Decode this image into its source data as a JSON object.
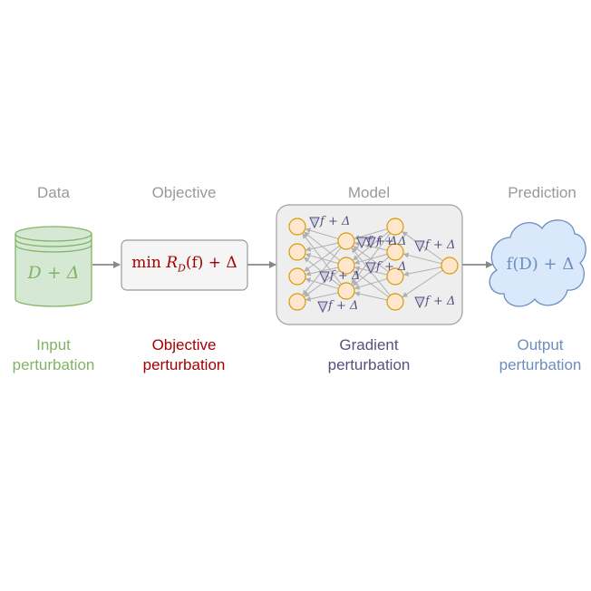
{
  "stages": {
    "data": {
      "title": "Data",
      "formula": "D + Δ",
      "caption_line1": "Input",
      "caption_line2": "perturbation"
    },
    "objective": {
      "title": "Objective",
      "formula": "min R_D(f) + Δ",
      "formula_prefix": "min ",
      "formula_R": "R",
      "formula_sub": "D",
      "formula_rest": "(f) + Δ",
      "caption_line1": "Objective",
      "caption_line2": "perturbation"
    },
    "model": {
      "title": "Model",
      "gradient_label": "∇f + Δ",
      "caption_line1": "Gradient",
      "caption_line2": "perturbation"
    },
    "prediction": {
      "title": "Prediction",
      "formula": "f(D) + Δ",
      "caption_line1": "Output",
      "caption_line2": "perturbation"
    }
  },
  "colors": {
    "title_gray": "#999999",
    "arrow_gray": "#888888",
    "data_green": "#82b366",
    "data_fill": "#d5e8d4",
    "objective_red": "#a50000",
    "objective_fill": "#f5f5f5",
    "gradient_purple": "#56517e",
    "gradient_fill": "#d0cee2",
    "node_stroke": "#d79b00",
    "node_fill": "#ffe6cc",
    "output_blue": "#6c8ebf",
    "cloud_fill": "#dae8fc"
  }
}
